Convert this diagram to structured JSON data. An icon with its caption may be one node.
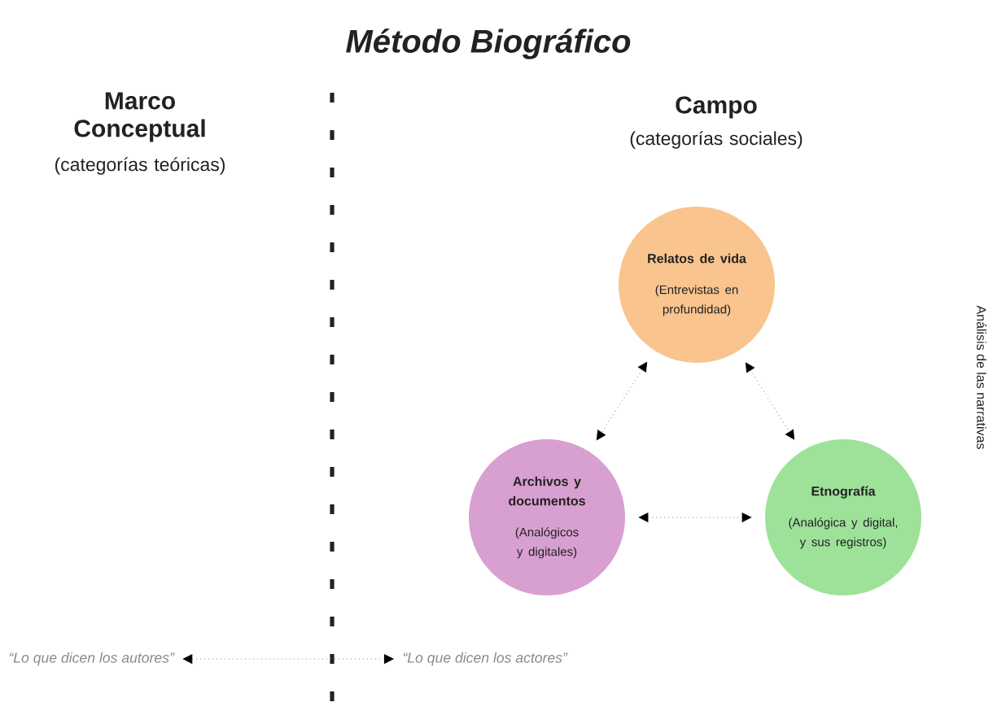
{
  "diagram": {
    "title": "Método Biográfico",
    "nodes": [
      {
        "text": [
          "Relatos de vida",
          "(Entrevistas en profundidad)"
        ]
      },
      {
        "text": [
          "Archivos y documentos",
          "(Analógicos y digitales)"
        ]
      },
      {
        "text": [
          "Etnografía",
          "(Analógica y digital, y sus registros)"
        ]
      },
      {
        "text": [
          "“Lo que dicen los autores”"
        ]
      },
      {
        "text": [
          "“Lo que dicen los actores”"
        ]
      }
    ],
    "edges": [
      {
        "from": 0,
        "to": 1,
        "arrow": "both"
      },
      {
        "from": 0,
        "to": 2,
        "arrow": "both"
      },
      {
        "from": 1,
        "to": 2,
        "arrow": "both"
      },
      {
        "from": 3,
        "to": 4,
        "arrow": "both"
      }
    ],
    "labels": [
      "Marco Conceptual",
      "(categorías teóricas)",
      "Campo",
      "(categorías sociales)",
      "Análisis de las narrativas"
    ]
  }
}
